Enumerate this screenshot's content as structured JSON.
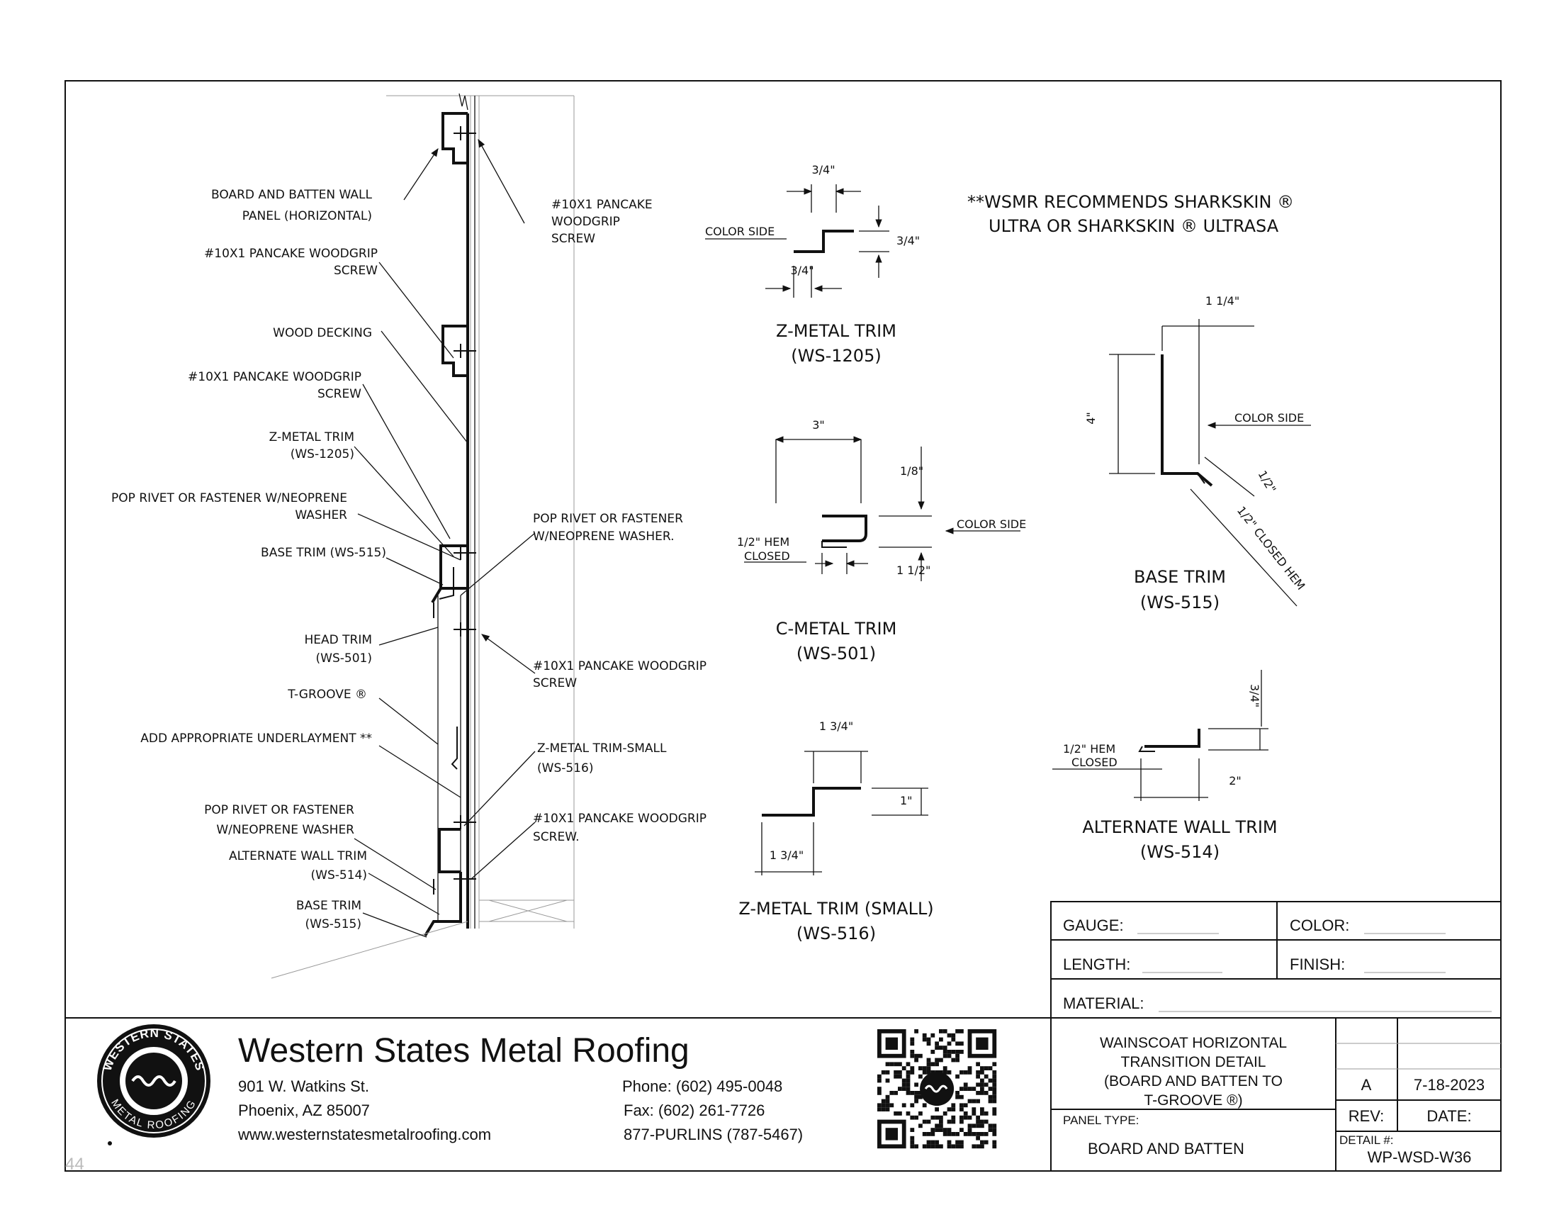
{
  "drawing": {
    "section_callouts": {
      "board_batten_panel": [
        "BOARD AND BATTEN  WALL",
        "PANEL (HORIZONTAL)"
      ],
      "screw_1": [
        "#10X1 PANCAKE WOODGRIP",
        "SCREW"
      ],
      "wood_decking": "WOOD DECKING",
      "screw_2": [
        "#10X1 PANCAKE WOODGRIP",
        "SCREW"
      ],
      "z_trim": [
        "Z-METAL TRIM",
        "(WS-1205)"
      ],
      "pop_rivet_1": [
        "POP RIVET OR FASTENER W/NEOPRENE",
        "WASHER"
      ],
      "base_trim_1": "BASE TRIM (WS-515)",
      "head_trim": [
        "HEAD TRIM",
        "(WS-501)"
      ],
      "t_groove": "T-GROOVE ®",
      "underlayment": "ADD APPROPRIATE UNDERLAYMENT **",
      "pop_rivet_2": [
        "POP RIVET OR FASTENER",
        "W/NEOPRENE WASHER"
      ],
      "alt_wall_trim": [
        "ALTERNATE WALL TRIM",
        "(WS-514)"
      ],
      "base_trim_2": [
        "BASE TRIM",
        "(WS-515)"
      ],
      "right_screw_1": [
        "#10X1  PANCAKE",
        "WOODGRIP",
        "SCREW"
      ],
      "right_pop_rivet": [
        "POP RIVET OR FASTENER",
        "W/NEOPRENE WASHER."
      ],
      "right_screw_2": [
        "#10X1 PANCAKE WOODGRIP",
        "SCREW"
      ],
      "right_z_small": [
        "Z-METAL TRIM-SMALL",
        "(WS-516)"
      ],
      "right_screw_3": [
        "#10X1 PANCAKE WOODGRIP",
        "SCREW."
      ]
    },
    "note": [
      "**WSMR RECOMMENDS SHARKSKIN ®",
      "ULTRA OR SHARKSKIN ® ULTRASA"
    ],
    "details": {
      "z_metal": {
        "title": "Z-METAL TRIM",
        "code": "(WS-1205)",
        "color_side": "COLOR SIDE",
        "dim_top": "3/4\"",
        "dim_right": "3/4\"",
        "dim_bottom": "3/4\""
      },
      "c_metal": {
        "title": "C-METAL TRIM",
        "code": "(WS-501)",
        "color_side": "COLOR SIDE",
        "dim_top": "3\"",
        "dim_right_top": "1/8\"",
        "dim_right_bottom": "1 1/2\"",
        "hem": "1/2\" HEM",
        "hem_closed": "CLOSED"
      },
      "z_small": {
        "title": "Z-METAL TRIM (SMALL)",
        "code": "(WS-516)",
        "dim_top": "1 3/4\"",
        "dim_right": "1\"",
        "dim_bottom": "1 3/4\""
      },
      "base_trim": {
        "title": "BASE TRIM",
        "code": "(WS-515)",
        "color_side": "COLOR SIDE",
        "dim_top": "1 1/4\"",
        "dim_left": "4\"",
        "dim_right": "1/2\"",
        "hem": "1/2\" CLOSED HEM"
      },
      "alt_wall": {
        "title": "ALTERNATE WALL TRIM",
        "code": "(WS-514)",
        "dim_right": "3/4\"",
        "dim_bottom": "2\"",
        "hem": "1/2\" HEM",
        "hem_closed": "CLOSED"
      }
    }
  },
  "spec_box": {
    "gauge": "GAUGE:",
    "color": "COLOR:",
    "length": "LENGTH:",
    "finish": "FINISH:",
    "material": "MATERIAL:"
  },
  "company": {
    "name": "Western States Metal Roofing",
    "address1": "901 W. Watkins St.",
    "address2": "Phoenix, AZ 85007",
    "website": "www.westernstatesmetalroofing.com",
    "phone": "Phone: (602) 495-0048",
    "fax": "Fax: (602) 261-7726",
    "purlins": "877-PURLINS (787-5467)",
    "logo_top": "WESTERN STATES",
    "logo_bottom": "METAL ROOFING",
    "page_number": "44"
  },
  "title_block": {
    "title": [
      "WAINSCOAT HORIZONTAL",
      "TRANSITION DETAIL",
      "(BOARD AND BATTEN TO",
      "T-GROOVE ®)"
    ],
    "panel_type_label": "PANEL TYPE:",
    "panel_type_value": "BOARD AND BATTEN",
    "rev_value": "A",
    "date_value": "7-18-2023",
    "rev_label": "REV:",
    "date_label": "DATE:",
    "detail_label": "DETAIL #:",
    "detail_value": "WP-WSD-W36"
  }
}
